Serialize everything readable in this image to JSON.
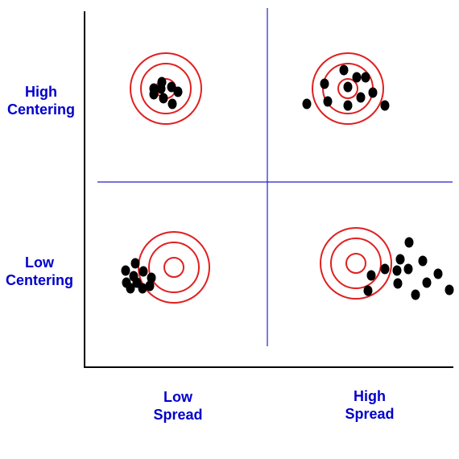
{
  "labels": {
    "high_centering": [
      "High",
      "Centering"
    ],
    "low_centering": [
      "Low",
      "Centering"
    ],
    "low_spread": [
      "Low",
      "Spread"
    ],
    "high_spread": [
      "High",
      "Spread"
    ]
  },
  "colors": {
    "axis": "#000000",
    "divider": "#2222cc",
    "ring": "#e02020",
    "dot": "#000000",
    "label": "#0000cc"
  }
}
